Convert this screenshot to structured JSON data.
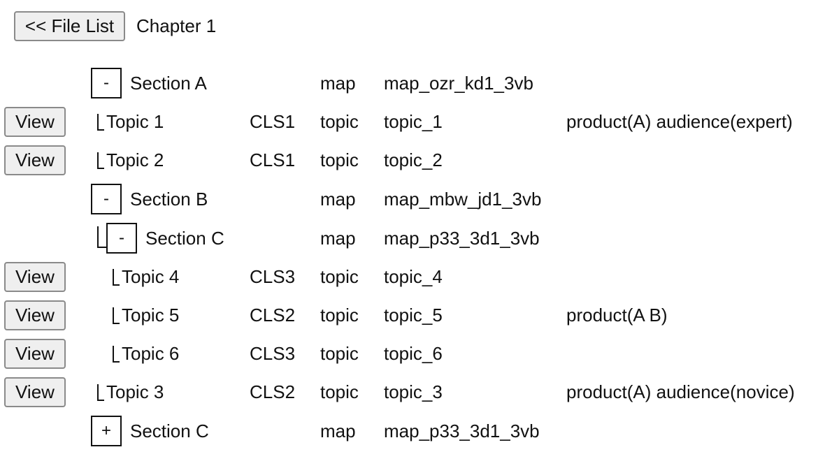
{
  "header": {
    "back_button": "<< File List",
    "chapter_title": "Chapter 1"
  },
  "rows": [
    {
      "kind": "map",
      "toggle": "-",
      "title": "Section A",
      "class": "",
      "type": "map",
      "id": "map_ozr_kd1_3vb",
      "props": ""
    },
    {
      "kind": "topic",
      "view": "View",
      "title": "Topic 1",
      "class": "CLS1",
      "type": "topic",
      "id": "topic_1",
      "props": "product(A) audience(expert)"
    },
    {
      "kind": "topic",
      "view": "View",
      "title": "Topic 2",
      "class": "CLS1",
      "type": "topic",
      "id": "topic_2",
      "props": ""
    },
    {
      "kind": "map",
      "toggle": "-",
      "title": "Section B",
      "class": "",
      "type": "map",
      "id": "map_mbw_jd1_3vb",
      "props": ""
    },
    {
      "kind": "map",
      "toggle": "-",
      "title": "Section C",
      "class": "",
      "type": "map",
      "id": "map_p33_3d1_3vb",
      "props": ""
    },
    {
      "kind": "topic",
      "view": "View",
      "title": "Topic 4",
      "class": "CLS3",
      "type": "topic",
      "id": "topic_4",
      "props": ""
    },
    {
      "kind": "topic",
      "view": "View",
      "title": "Topic 5",
      "class": "CLS2",
      "type": "topic",
      "id": "topic_5",
      "props": "product(A B)"
    },
    {
      "kind": "topic",
      "view": "View",
      "title": "Topic 6",
      "class": "CLS3",
      "type": "topic",
      "id": "topic_6",
      "props": ""
    },
    {
      "kind": "topic",
      "view": "View",
      "title": "Topic 3",
      "class": "CLS2",
      "type": "topic",
      "id": "topic_3",
      "props": "product(A) audience(novice)"
    },
    {
      "kind": "map",
      "toggle": "+",
      "title": "Section C",
      "class": "",
      "type": "map",
      "id": "map_p33_3d1_3vb",
      "props": ""
    }
  ]
}
